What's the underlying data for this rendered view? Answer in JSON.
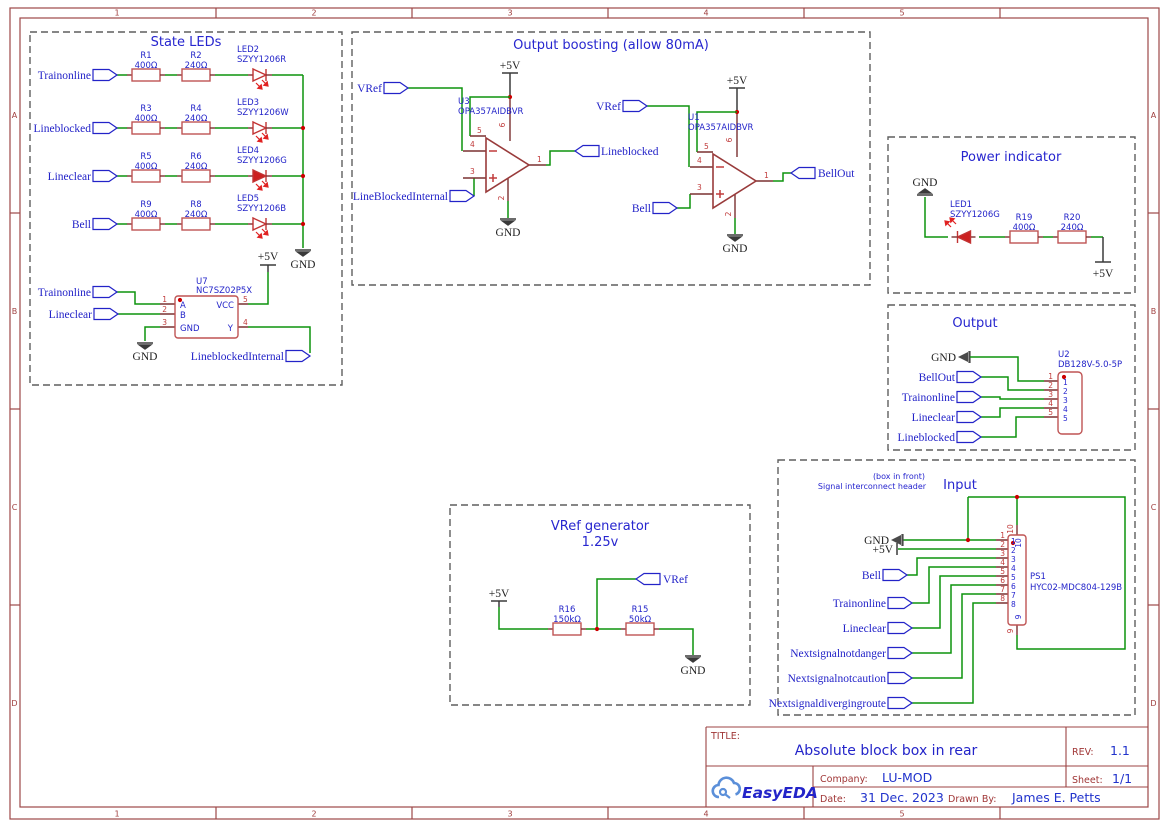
{
  "frame": {
    "columns": [
      "1",
      "2",
      "3",
      "4",
      "5"
    ],
    "rows": [
      "A",
      "B",
      "C",
      "D"
    ]
  },
  "sections": {
    "state_leds": {
      "title": "State LEDs",
      "rows": [
        {
          "port": "Trainonline",
          "ra_ref": "R1",
          "ra_val": "400Ω",
          "rb_ref": "R2",
          "rb_val": "240Ω",
          "led_ref": "LED2",
          "led_part": "SZYY1206R"
        },
        {
          "port": "Lineblocked",
          "ra_ref": "R3",
          "ra_val": "400Ω",
          "rb_ref": "R4",
          "rb_val": "240Ω",
          "led_ref": "LED3",
          "led_part": "SZYY1206W"
        },
        {
          "port": "Lineclear",
          "ra_ref": "R5",
          "ra_val": "400Ω",
          "rb_ref": "R6",
          "rb_val": "240Ω",
          "led_ref": "LED4",
          "led_part": "SZYY1206G"
        },
        {
          "port": "Bell",
          "ra_ref": "R9",
          "ra_val": "400Ω",
          "rb_ref": "R8",
          "rb_val": "240Ω",
          "led_ref": "LED5",
          "led_part": "SZYY1206B"
        }
      ],
      "bus_gnd": "GND",
      "gate": {
        "ref": "U7",
        "part": "NC7SZ02P5X",
        "pin_a": "A",
        "pin_b": "B",
        "pin_gnd": "GND",
        "pin_vcc": "VCC",
        "pin_y": "Y",
        "n1": "1",
        "n2": "2",
        "n3": "3",
        "n4": "4",
        "n5": "5",
        "port_in1": "Trainonline",
        "port_in2": "Lineclear",
        "port_out": "LineblockedInternal",
        "gnd": "GND",
        "vcc": "+5V"
      }
    },
    "output_boosting": {
      "title": "Output boosting (allow 80mA)",
      "amps": [
        {
          "ref": "U3",
          "part": "OPA357AIDBVR",
          "vref": "VRef",
          "sig": "LineBlockedInternal",
          "out": "Lineblocked",
          "vcc": "+5V",
          "gnd": "GND",
          "n1": "1",
          "n2": "2",
          "n3": "3",
          "n4": "4",
          "n5": "5",
          "n6": "6"
        },
        {
          "ref": "U1",
          "part": "OPA357AIDBVR",
          "vref": "VRef",
          "sig": "Bell",
          "out": "BellOut",
          "vcc": "+5V",
          "gnd": "GND",
          "n1": "1",
          "n2": "2",
          "n3": "3",
          "n4": "4",
          "n5": "5",
          "n6": "6"
        }
      ]
    },
    "power_indicator": {
      "title": "Power indicator",
      "gnd": "GND",
      "vcc": "+5V",
      "led_ref": "LED1",
      "led_part": "SZYY1206G",
      "ra_ref": "R19",
      "ra_val": "400Ω",
      "rb_ref": "R20",
      "rb_val": "240Ω"
    },
    "output": {
      "title": "Output",
      "gnd": "GND",
      "conn_ref": "U2",
      "conn_part": "DB128V-5.0-5P",
      "ports": [
        "BellOut",
        "Trainonline",
        "Lineclear",
        "Lineblocked"
      ],
      "pins": [
        "1",
        "2",
        "3",
        "4",
        "5"
      ]
    },
    "input": {
      "title": "Input",
      "note1": "(box in front)",
      "note2": "Signal interconnect header",
      "gnd": "GND",
      "vcc": "+5V",
      "conn_ref": "PS1",
      "conn_part": "HYC02-MDC804-129B",
      "ports": [
        "Bell",
        "Trainonline",
        "Lineclear",
        "Nextsignalnotdanger",
        "Nextsignalnotcaution",
        "Nextsignaldivergingroute"
      ],
      "pins": [
        "1",
        "2",
        "3",
        "4",
        "5",
        "6",
        "7",
        "8"
      ],
      "pin9": "9",
      "pin10": "10"
    },
    "vref_generator": {
      "title": "VRef generator",
      "subtitle": "1.25v",
      "vcc": "+5V",
      "gnd": "GND",
      "ra_ref": "R16",
      "ra_val": "150kΩ",
      "rb_ref": "R15",
      "rb_val": "50kΩ",
      "out": "VRef"
    }
  },
  "title_block": {
    "title_label": "TITLE:",
    "title": "Absolute block box in rear",
    "rev_label": "REV:",
    "rev": "1.1",
    "company_label": "Company:",
    "company": "LU-MOD",
    "sheet_label": "Sheet:",
    "sheet": "1/1",
    "date_label": "Date:",
    "date": "31 Dec. 2023",
    "drawn_label": "Drawn By:",
    "drawn": "James E. Petts",
    "logo": "EasyEDA"
  }
}
